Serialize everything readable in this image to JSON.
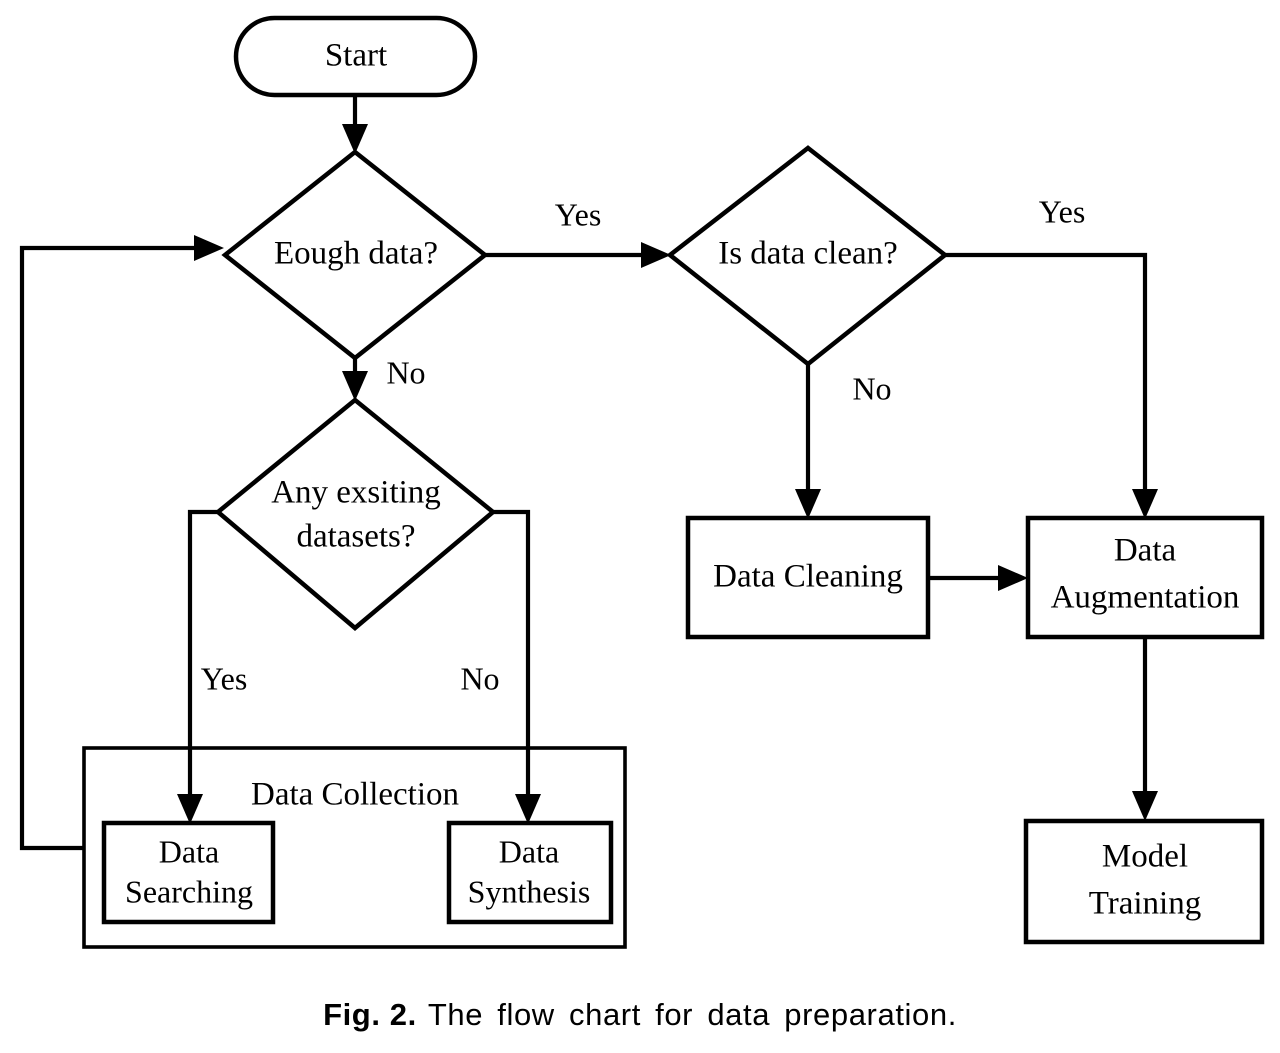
{
  "figure": {
    "caption_label": "Fig. 2.",
    "caption_text": "The flow chart for data preparation.",
    "background_color": "#ffffff",
    "line_color": "#000000"
  },
  "chart_data": {
    "type": "diagram",
    "diagram_kind": "flowchart",
    "title": "The flow chart for data preparation",
    "nodes": [
      {
        "id": "start",
        "label": "Start",
        "shape": "stadium"
      },
      {
        "id": "enough_data",
        "label": "Eough data?",
        "shape": "diamond"
      },
      {
        "id": "is_data_clean",
        "label": "Is data clean?",
        "shape": "diamond"
      },
      {
        "id": "any_existing_datasets",
        "label": "Any exsiting\ndatasets?",
        "line1": "Any exsiting",
        "line2": "datasets?",
        "shape": "diamond"
      },
      {
        "id": "data_collection",
        "label": "Data Collection",
        "shape": "group-box"
      },
      {
        "id": "data_searching",
        "label": "Data\nSearching",
        "line1": "Data",
        "line2": "Searching",
        "shape": "rect"
      },
      {
        "id": "data_synthesis",
        "label": "Data\nSynthesis",
        "line1": "Data",
        "line2": "Synthesis",
        "shape": "rect"
      },
      {
        "id": "data_cleaning",
        "label": "Data Cleaning",
        "shape": "rect"
      },
      {
        "id": "data_augmentation",
        "label": "Data\nAugmentation",
        "line1": "Data",
        "line2": "Augmentation",
        "shape": "rect"
      },
      {
        "id": "model_training",
        "label": "Model\nTraining",
        "line1": "Model",
        "line2": "Training",
        "shape": "rect"
      }
    ],
    "edges": [
      {
        "from": "start",
        "to": "enough_data",
        "label": ""
      },
      {
        "from": "enough_data",
        "to": "is_data_clean",
        "label": "Yes"
      },
      {
        "from": "enough_data",
        "to": "any_existing_datasets",
        "label": "No"
      },
      {
        "from": "any_existing_datasets",
        "to": "data_searching",
        "label": "Yes"
      },
      {
        "from": "any_existing_datasets",
        "to": "data_synthesis",
        "label": "No"
      },
      {
        "from": "data_collection",
        "to": "enough_data",
        "label": ""
      },
      {
        "from": "is_data_clean",
        "to": "data_augmentation",
        "label": "Yes"
      },
      {
        "from": "is_data_clean",
        "to": "data_cleaning",
        "label": "No"
      },
      {
        "from": "data_cleaning",
        "to": "data_augmentation",
        "label": ""
      },
      {
        "from": "data_augmentation",
        "to": "model_training",
        "label": ""
      }
    ]
  },
  "labels": {
    "start": "Start",
    "enough_data": "Eough data?",
    "is_data_clean": "Is data clean?",
    "any_existing_l1": "Any exsiting",
    "any_existing_l2": "datasets?",
    "data_collection": "Data Collection",
    "data_searching_l1": "Data",
    "data_searching_l2": "Searching",
    "data_synthesis_l1": "Data",
    "data_synthesis_l2": "Synthesis",
    "data_cleaning": "Data Cleaning",
    "data_augmentation_l1": "Data",
    "data_augmentation_l2": "Augmentation",
    "model_training_l1": "Model",
    "model_training_l2": "Training",
    "yes_1": "Yes",
    "yes_2": "Yes",
    "yes_3": "Yes",
    "no_1": "No",
    "no_2": "No",
    "no_3": "No"
  }
}
